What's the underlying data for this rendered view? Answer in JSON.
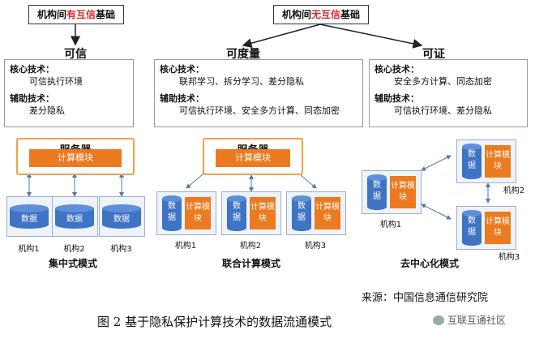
{
  "top": {
    "left_box": {
      "prefix": "机构间",
      "highlight": "有互信",
      "suffix": "基础"
    },
    "right_box": {
      "prefix": "机构间",
      "highlight": "无互信",
      "suffix": "基础"
    }
  },
  "columns": [
    {
      "heading": "可信",
      "core_label": "核心技术：",
      "core_value": "可信执行环境",
      "aux_label": "辅助技术：",
      "aux_value": "差分隐私"
    },
    {
      "heading": "可度量",
      "core_label": "核心技术：",
      "core_value": "联邦学习、拆分学习、差分隐私",
      "aux_label": "辅助技术：",
      "aux_value": "可信执行环境、安全多方计算、同态加密"
    },
    {
      "heading": "可证",
      "core_label": "核心技术：",
      "core_value": "安全多方计算、同态加密",
      "aux_label": "辅助技术：",
      "aux_value": "可信执行环境、差分隐私"
    }
  ],
  "server": {
    "title": "服务器",
    "module": "计算模块"
  },
  "data_label": "数据",
  "compute_label": "计算模块",
  "institutions": [
    "机构1",
    "机构2",
    "机构3"
  ],
  "modes": [
    "集中式模式",
    "联合计算模式",
    "去中心化模式"
  ],
  "source": "来源：中国信息通信研究院",
  "caption": "图 2 基于隐私保护计算技术的数据流通模式",
  "watermark": "互联互通社区",
  "colors": {
    "accent_red": "#d6282b",
    "orange": "#ec7a21",
    "blue": "#3f73c4",
    "inst_bg": "#eef3f9"
  }
}
